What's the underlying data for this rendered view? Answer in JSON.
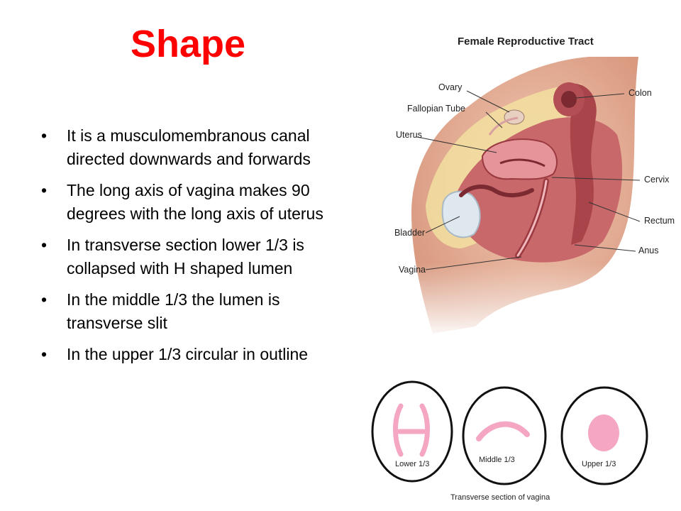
{
  "slide": {
    "title": "Shape",
    "bullets": [
      "It is a musculomembranous canal directed downwards and forwards",
      "The long axis of vagina makes 90 degrees with the long axis of uterus",
      "In transverse section lower 1/3 is collapsed with H shaped lumen",
      "In the middle 1/3 the lumen is transverse slit",
      "In the upper 1/3 circular in outline"
    ],
    "bullet_glyph": "•"
  },
  "figure": {
    "title": "Female Reproductive Tract",
    "labels": {
      "ovary": "Ovary",
      "fallopian_tube": "Fallopian Tube",
      "uterus": "Uterus",
      "colon": "Colon",
      "cervix": "Cervix",
      "bladder": "Bladder",
      "rectum": "Rectum",
      "anus": "Anus",
      "vagina": "Vagina"
    }
  },
  "sections": {
    "caption": "Transverse section of vagina",
    "lower": "Lower 1/3",
    "middle": "Middle 1/3",
    "upper": "Upper 1/3",
    "lumen_color": "#f4a6c3"
  },
  "colors": {
    "title": "#ff0000",
    "skin": "#e8b49c",
    "tissue": "#c8686a",
    "fat": "#f2dfa0"
  }
}
